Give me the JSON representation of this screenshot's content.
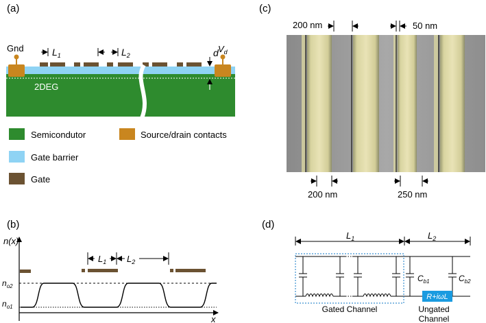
{
  "panels": {
    "a": {
      "label": "(a)"
    },
    "b": {
      "label": "(b)"
    },
    "c": {
      "label": "(c)"
    },
    "d": {
      "label": "(d)"
    }
  },
  "panel_a": {
    "gnd": "Gnd",
    "vd": "V",
    "vd_sub": "d",
    "d": "d",
    "L1": "L",
    "L1_sub": "1",
    "L2": "L",
    "L2_sub": "2",
    "twodeg": "2DEG",
    "legend": [
      {
        "label": "Semicondutor",
        "color": "#2e8b2e"
      },
      {
        "label": "Source/drain contacts",
        "color": "#c9861f"
      },
      {
        "label": "Gate barrier",
        "color": "#8fd3f4"
      },
      {
        "label": "Gate",
        "color": "#6b5232"
      }
    ]
  },
  "panel_b": {
    "y_label": "n(x)",
    "x_label": "x",
    "n02": "n",
    "n02_sub": "o2",
    "n01": "n",
    "n01_sub": "o1",
    "L1": "L",
    "L1_sub": "1",
    "L2": "L",
    "L2_sub": "2"
  },
  "panel_c": {
    "dim_200_top": "200 nm",
    "dim_50": "50 nm",
    "dim_200_bottom": "200 nm",
    "dim_250": "250 nm"
  },
  "panel_d": {
    "L1": "L",
    "L1_sub": "1",
    "L2": "L",
    "L2_sub": "2",
    "cb1": "C",
    "cb1_sub": "b1",
    "cb2": "C",
    "cb2_sub": "b2",
    "impedance": "R+iωL",
    "gated": "Gated Channel",
    "ungated_1": "Ungated",
    "ungated_2": "Channel"
  },
  "colors": {
    "semiconductor": "#2e8b2e",
    "barrier": "#8fd3f4",
    "gate": "#6b5232",
    "contact": "#c9861f",
    "dotted_box": "#3a8fd0",
    "impedance_box": "#1a9be0"
  }
}
